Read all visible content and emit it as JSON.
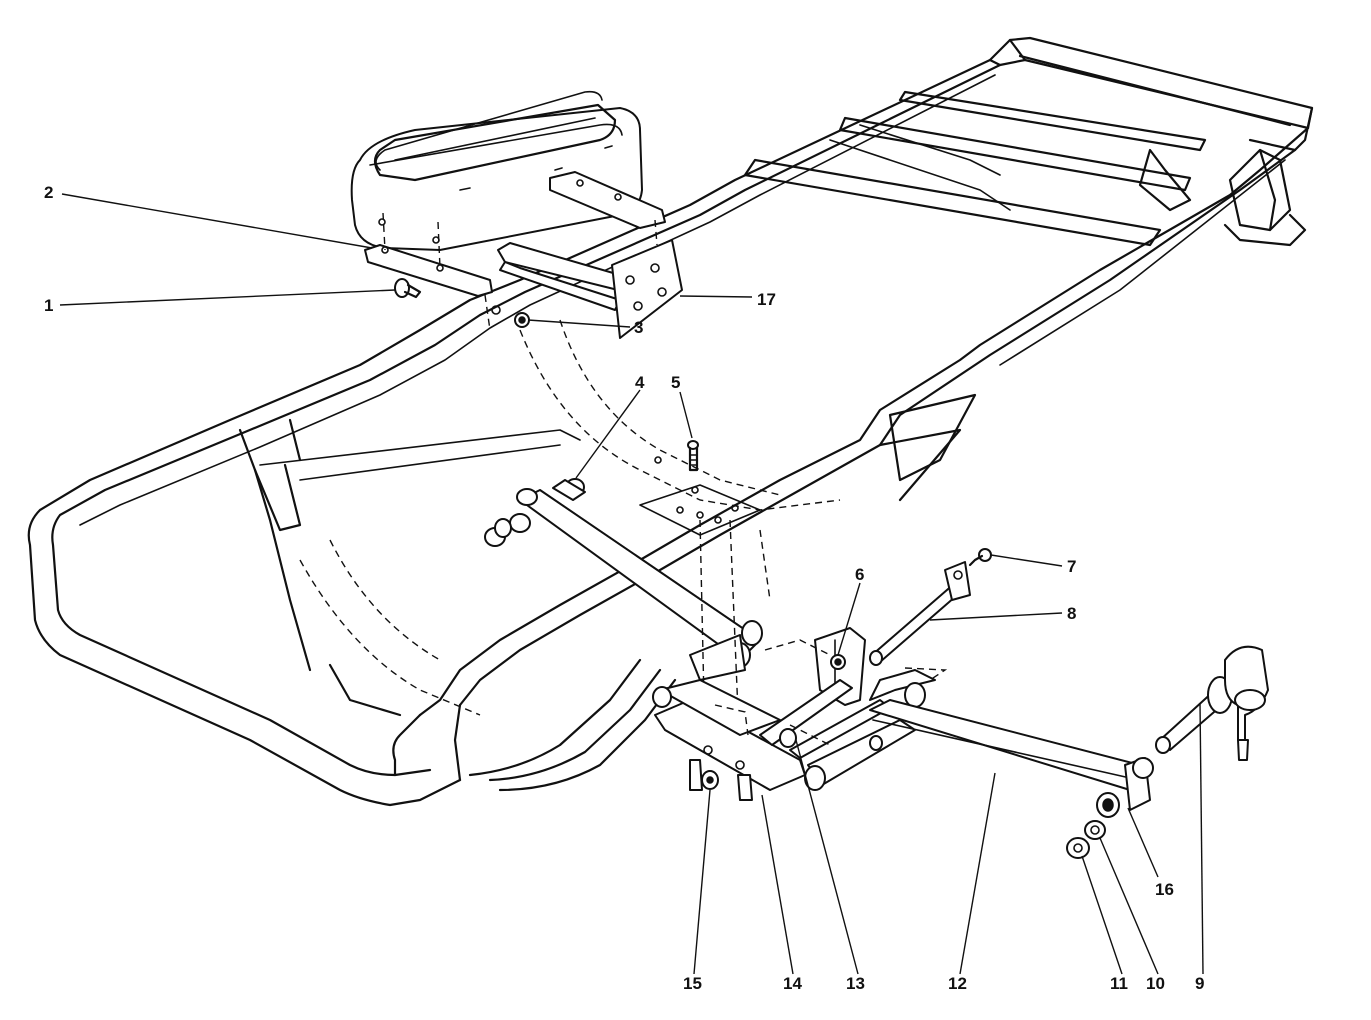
{
  "callouts": [
    {
      "id": "1",
      "label": "1"
    },
    {
      "id": "2",
      "label": "2"
    },
    {
      "id": "3",
      "label": "3"
    },
    {
      "id": "4",
      "label": "4"
    },
    {
      "id": "5",
      "label": "5"
    },
    {
      "id": "6",
      "label": "6"
    },
    {
      "id": "7",
      "label": "7"
    },
    {
      "id": "8",
      "label": "8"
    },
    {
      "id": "9",
      "label": "9"
    },
    {
      "id": "10",
      "label": "10"
    },
    {
      "id": "11",
      "label": "11"
    },
    {
      "id": "12",
      "label": "12"
    },
    {
      "id": "13",
      "label": "13"
    },
    {
      "id": "14",
      "label": "14"
    },
    {
      "id": "15",
      "label": "15"
    },
    {
      "id": "16",
      "label": "16"
    },
    {
      "id": "17",
      "label": "17"
    }
  ],
  "colors": {
    "ink": "#111111",
    "paper": "#ffffff"
  }
}
